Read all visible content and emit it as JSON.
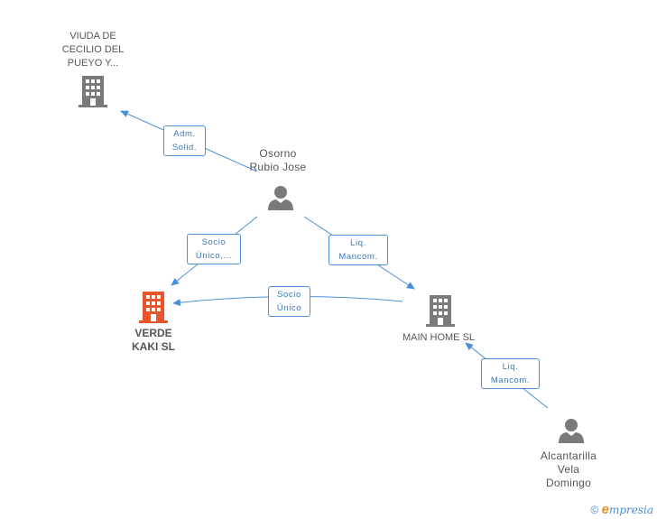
{
  "nodes": {
    "viuda": {
      "label": "VIUDA DE\nCECILIO DEL\nPUEYO Y..."
    },
    "osorno": {
      "label": "Osorno\nRubio Jose"
    },
    "verde": {
      "label": "VERDE\nKAKI SL"
    },
    "mainhome": {
      "label": "MAIN HOME SL"
    },
    "alcantarilla": {
      "label": "Alcantarilla\nVela\nDomingo"
    }
  },
  "edges": {
    "adm": {
      "label": "Adm.\nSolid."
    },
    "socio1": {
      "label": "Socio\nÚnico,..."
    },
    "liq1": {
      "label": "Liq.\nMancom."
    },
    "socio2": {
      "label": "Socio\nÚnico"
    },
    "liq2": {
      "label": "Liq.\nMancom."
    }
  },
  "colors": {
    "main_company": "#e8552a",
    "company": "#7a7a7a",
    "person": "#7a7a7a",
    "edge": "#4a90d9"
  },
  "footer": {
    "copyright": "©",
    "brand_first": "e",
    "brand_rest": "mpresia"
  }
}
